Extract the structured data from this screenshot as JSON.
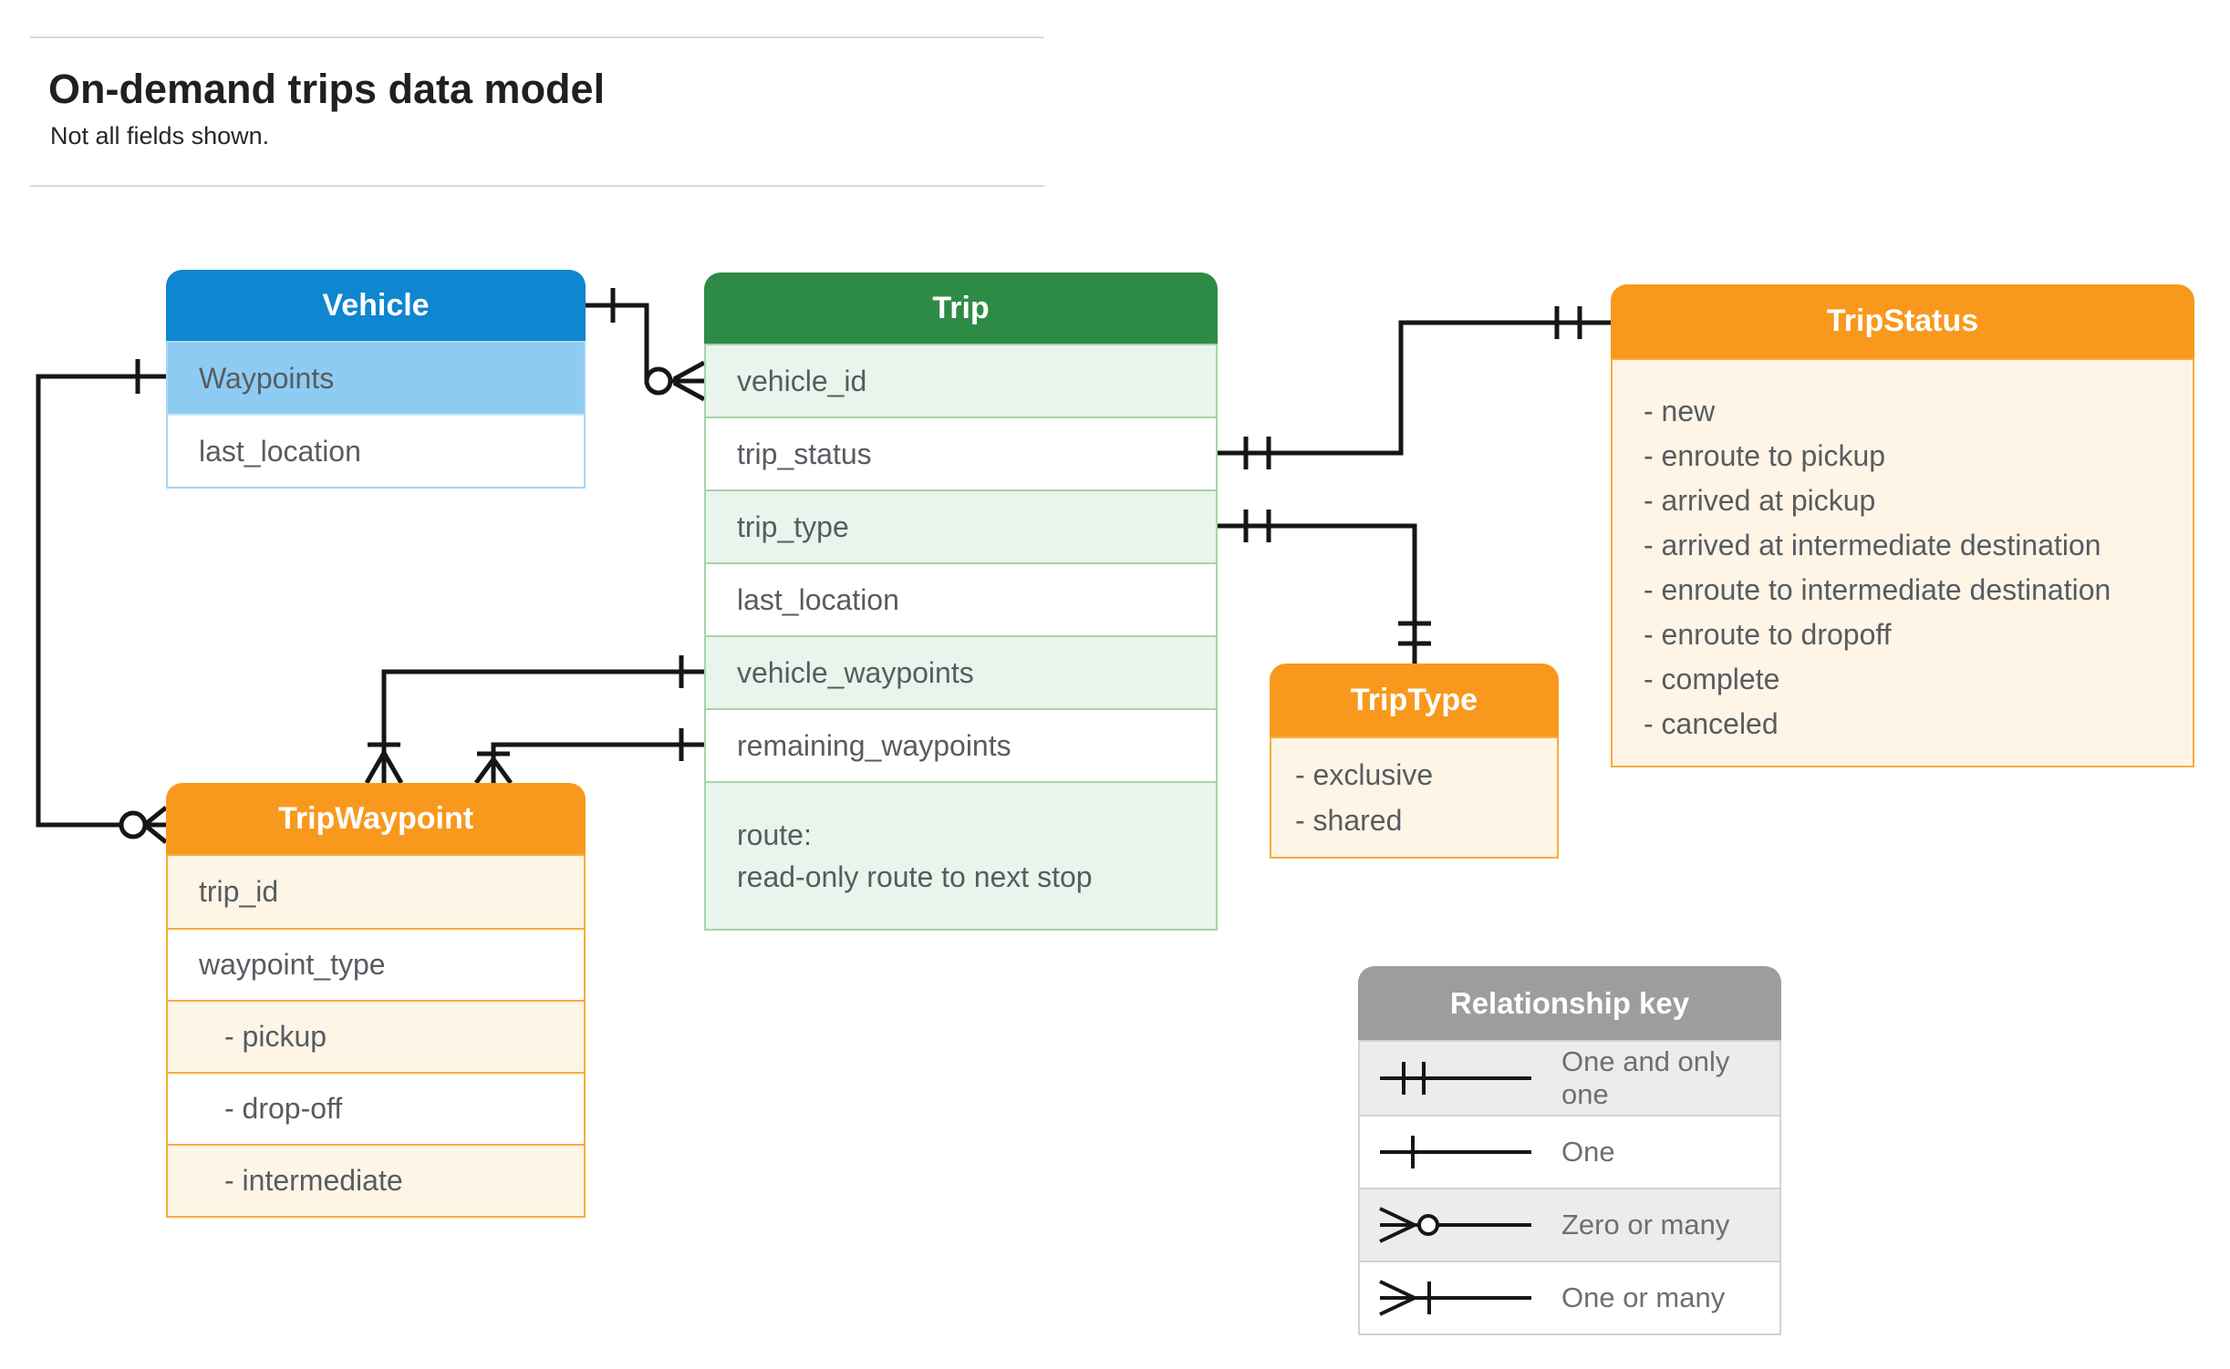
{
  "page": {
    "title": "On-demand trips data model",
    "subtitle": "Not all fields shown."
  },
  "entities": {
    "vehicle": {
      "title": "Vehicle",
      "fields": [
        "Waypoints",
        "last_location"
      ]
    },
    "trip": {
      "title": "Trip",
      "fields": [
        "vehicle_id",
        "trip_status",
        "trip_type",
        "last_location",
        "vehicle_waypoints",
        "remaining_waypoints"
      ],
      "route_line1": "route:",
      "route_line2": "read-only route to next stop"
    },
    "trip_status": {
      "title": "TripStatus",
      "values": [
        "- new",
        "- enroute to pickup",
        "- arrived at pickup",
        "- arrived at intermediate destination",
        "- enroute to intermediate destination",
        "- enroute to dropoff",
        "- complete",
        "- canceled"
      ]
    },
    "trip_type": {
      "title": "TripType",
      "values": [
        "- exclusive",
        "- shared"
      ]
    },
    "trip_waypoint": {
      "title": "TripWaypoint",
      "fields": [
        "trip_id",
        "waypoint_type",
        "- pickup",
        "- drop-off",
        "- intermediate"
      ]
    }
  },
  "legend": {
    "title": "Relationship key",
    "items": [
      {
        "symbol": "one-and-only-one",
        "label": "One and only one"
      },
      {
        "symbol": "one",
        "label": "One"
      },
      {
        "symbol": "zero-or-many",
        "label": "Zero or many"
      },
      {
        "symbol": "one-or-many",
        "label": "One or many"
      }
    ]
  },
  "colors": {
    "vehicle_header": "#0e86d0",
    "vehicle_highlight_row": "#8ecbf3",
    "trip_header": "#2e8b46",
    "trip_alt_row": "#e9f4ec",
    "enum_header": "#f8991d",
    "enum_body": "#fef5e6",
    "legend_header": "#9d9d9d",
    "legend_alt_row": "#ececec",
    "connector": "#161616"
  }
}
